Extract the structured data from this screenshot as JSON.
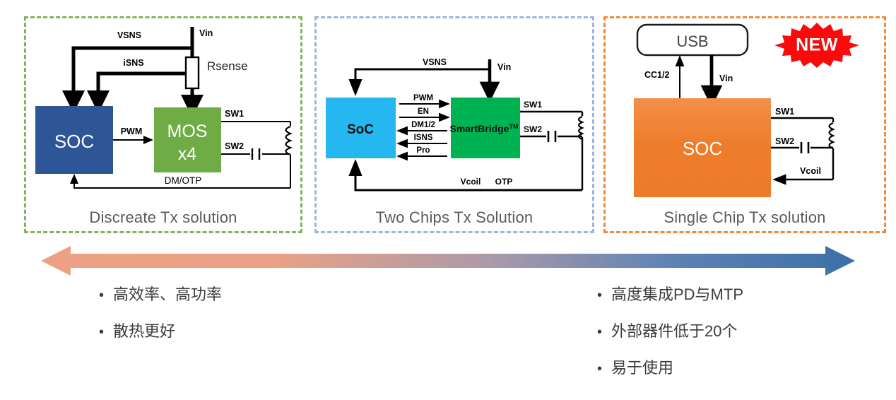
{
  "panels": [
    {
      "id": "discrete",
      "caption": "Discreate Tx solution",
      "border_color": "#7FB45C",
      "blocks": [
        {
          "name": "soc",
          "label": "SOC",
          "color": "#2E5596"
        },
        {
          "name": "mos",
          "label_line1": "MOS",
          "label_line2": "x4",
          "color": "#6FAC46"
        },
        {
          "name": "rsense",
          "label": "Rsense"
        }
      ],
      "signals": [
        "VSNS",
        "Vin",
        "iSNS",
        "PWM",
        "SW1",
        "SW2",
        "DM/OTP"
      ]
    },
    {
      "id": "twochip",
      "caption": "Two Chips Tx Solution",
      "border_color": "#9EB4DE",
      "blocks": [
        {
          "name": "soc",
          "label": "SoC",
          "color": "#25B7EF"
        },
        {
          "name": "smartbridge",
          "label": "SmartBridge",
          "superscript": "TM",
          "color": "#00B352"
        }
      ],
      "signals": [
        "VSNS",
        "Vin",
        "PWM",
        "EN",
        "DM1/2",
        "ISNS",
        "Pro",
        "SW1",
        "SW2",
        "Vcoil",
        "OTP"
      ]
    },
    {
      "id": "single",
      "caption": "Single Chip Tx solution",
      "border_color": "#ED8B3A",
      "blocks": [
        {
          "name": "usb",
          "label": "USB"
        },
        {
          "name": "soc",
          "label": "SOC",
          "color": "#EE7D2B"
        }
      ],
      "signals": [
        "CC1/2",
        "Vin",
        "SW1",
        "SW2",
        "Vcoil"
      ]
    }
  ],
  "new_badge": {
    "label": "NEW",
    "color": "#FA0A0A"
  },
  "gradient_arrow": {
    "left_color": "#EDA184",
    "right_color": "#3C6FA8"
  },
  "bullets_left": [
    {
      "dot": "•",
      "text": "高效率、高功率"
    },
    {
      "dot": "•",
      "text": "散热更好"
    }
  ],
  "bullets_right": [
    {
      "dot": "•",
      "text": "高度集成PD与MTP"
    },
    {
      "dot": "•",
      "text": "外部器件低于20个"
    },
    {
      "dot": "•",
      "text": "易于使用"
    }
  ],
  "labels": {
    "vsns": "VSNS",
    "isns_lower": "iSNS",
    "vin": "Vin",
    "rsense": "Rsense",
    "pwm": "PWM",
    "sw1": "SW1",
    "sw2": "SW2",
    "dmotp": "DM/OTP",
    "en": "EN",
    "dm12": "DM1/2",
    "isns_caps": "ISNS",
    "pro": "Pro",
    "vcoil": "Vcoil",
    "otp": "OTP",
    "cc12": "CC1/2",
    "soc_upper": "SOC",
    "soc_mixed": "SoC",
    "mos": "MOS",
    "mos_x4": "x4",
    "smartbridge": "SmartBridge",
    "tm": "TM",
    "usb": "USB"
  }
}
